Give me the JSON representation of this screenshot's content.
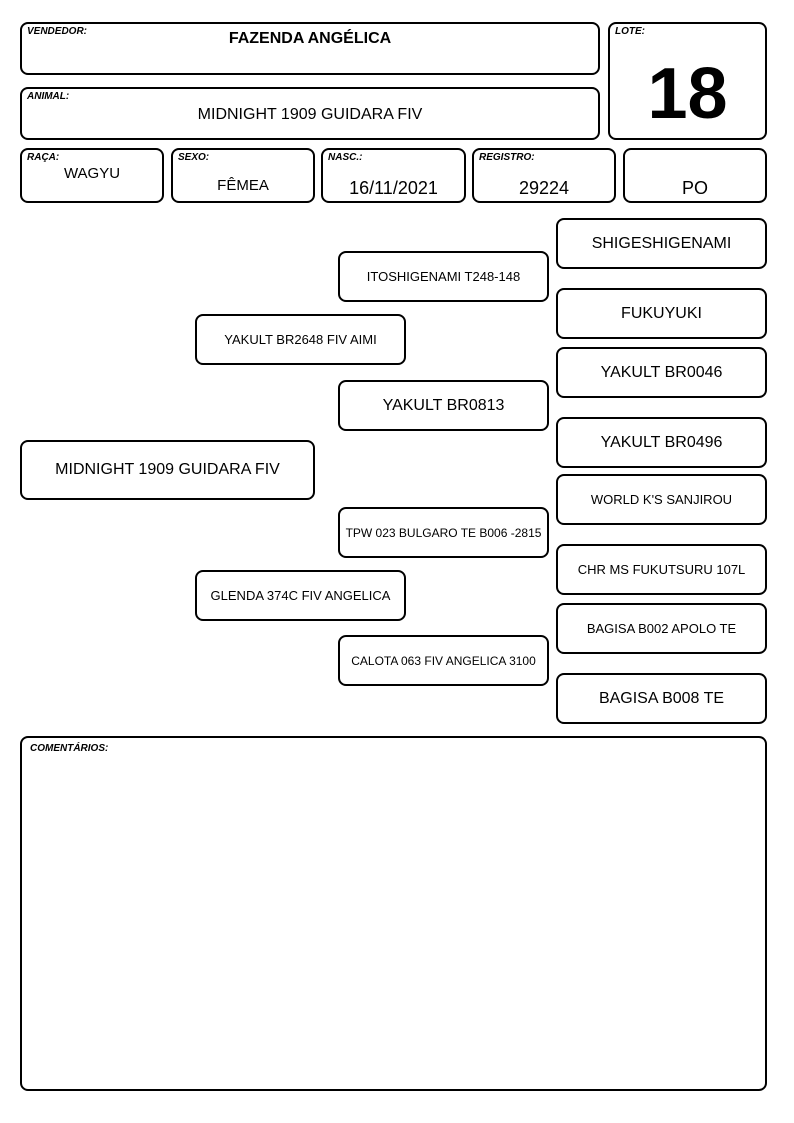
{
  "header": {
    "vendedor_label": "VENDEDOR:",
    "vendedor_value": "FAZENDA ANGÉLICA",
    "animal_label": "ANIMAL:",
    "animal_value": "MIDNIGHT 1909 GUIDARA FIV",
    "lote_label": "LOTE:",
    "lote_value": "18"
  },
  "details": {
    "raca_label": "RAÇA:",
    "raca_value": "WAGYU",
    "sexo_label": "SEXO:",
    "sexo_value": "FÊMEA",
    "nasc_label": "NASC.:",
    "nasc_value": "16/11/2021",
    "registro_label": "REGISTRO:",
    "registro_value": "29224",
    "categoria_value": "PO"
  },
  "pedigree": {
    "animal": "MIDNIGHT 1909 GUIDARA FIV",
    "sire": "YAKULT BR2648 FIV AIMI",
    "dam": "GLENDA 374C FIV ANGELICA",
    "sire_sire": "ITOSHIGENAMI T248-148",
    "sire_dam": "YAKULT BR0813",
    "dam_sire": "TPW 023 BULGARO TE B006 -2815",
    "dam_dam": "CALOTA 063 FIV ANGELICA 3100",
    "gen4": [
      "SHIGESHIGENAMI",
      "FUKUYUKI",
      "YAKULT BR0046",
      "YAKULT BR0496",
      "WORLD K'S SANJIROU",
      "CHR MS FUKUTSURU 107L",
      "BAGISA B002 APOLO TE",
      "BAGISA B008 TE"
    ]
  },
  "comments": {
    "label": "COMENTÁRIOS:",
    "text": ""
  }
}
